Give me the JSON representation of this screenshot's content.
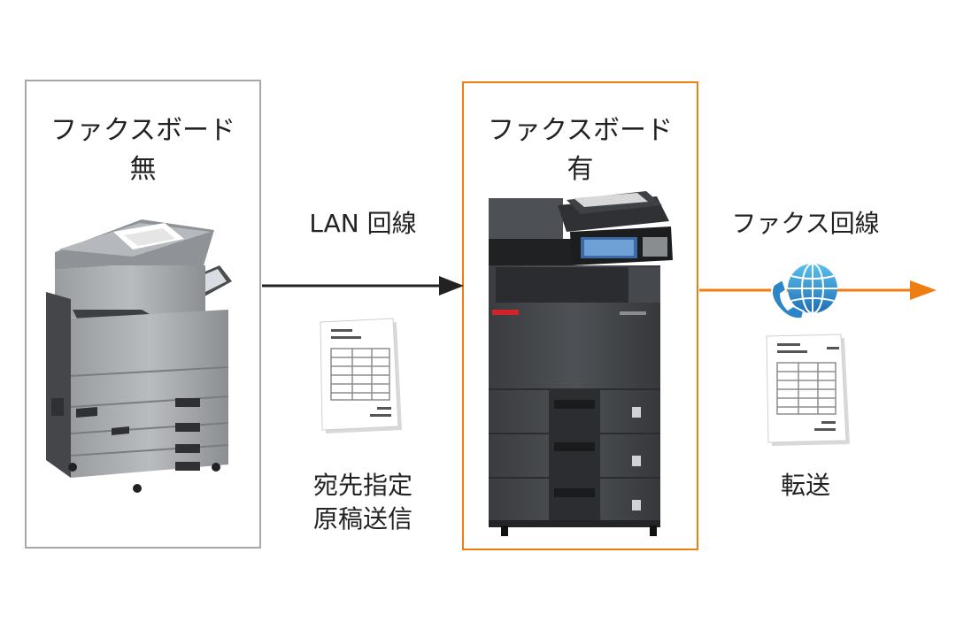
{
  "device_without": {
    "title": "ファクスボード",
    "status": "無"
  },
  "device_with": {
    "title": "ファクスボード",
    "status": "有"
  },
  "lan_link": {
    "label": "LAN 回線"
  },
  "fax_link": {
    "label": "ファクス回線"
  },
  "sent_document": {
    "line1": "宛先指定",
    "line2": "原稿送信"
  },
  "forwarded_document": {
    "label": "転送"
  },
  "colors": {
    "accent": "#ee7d12",
    "neutral_border": "#a8a8a8",
    "arrow": "#222222",
    "globe": "#2a86c8"
  },
  "icons": [
    "multifunction-printer",
    "document-form",
    "globe-phone-icon",
    "arrow-icon"
  ]
}
